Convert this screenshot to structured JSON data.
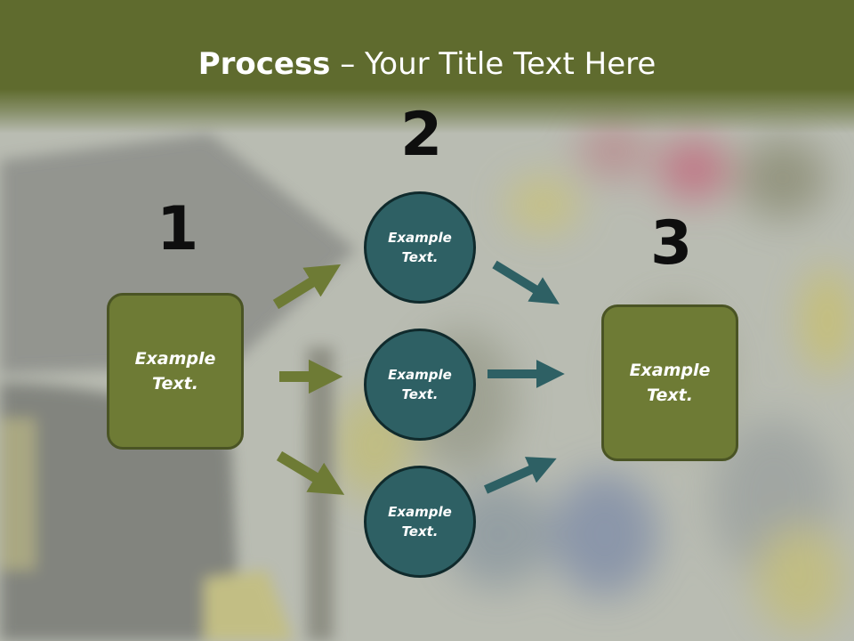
{
  "slide": {
    "title_bold": "Process",
    "title_rest": " – Your Title Text Here"
  },
  "steps": {
    "one": "1",
    "two": "2",
    "three": "3"
  },
  "left_box": {
    "text": "Example\nText."
  },
  "circles": [
    {
      "text": "Example\nText."
    },
    {
      "text": "Example\nText."
    },
    {
      "text": "Example\nText."
    }
  ],
  "right_box": {
    "text": "Example\nText."
  },
  "colors": {
    "title_band": "#5f6b2e",
    "box_fill": "#6e7b35",
    "circle_fill": "#2e6064",
    "arrow_olive": "#6e7b35",
    "arrow_teal": "#2e6064"
  }
}
